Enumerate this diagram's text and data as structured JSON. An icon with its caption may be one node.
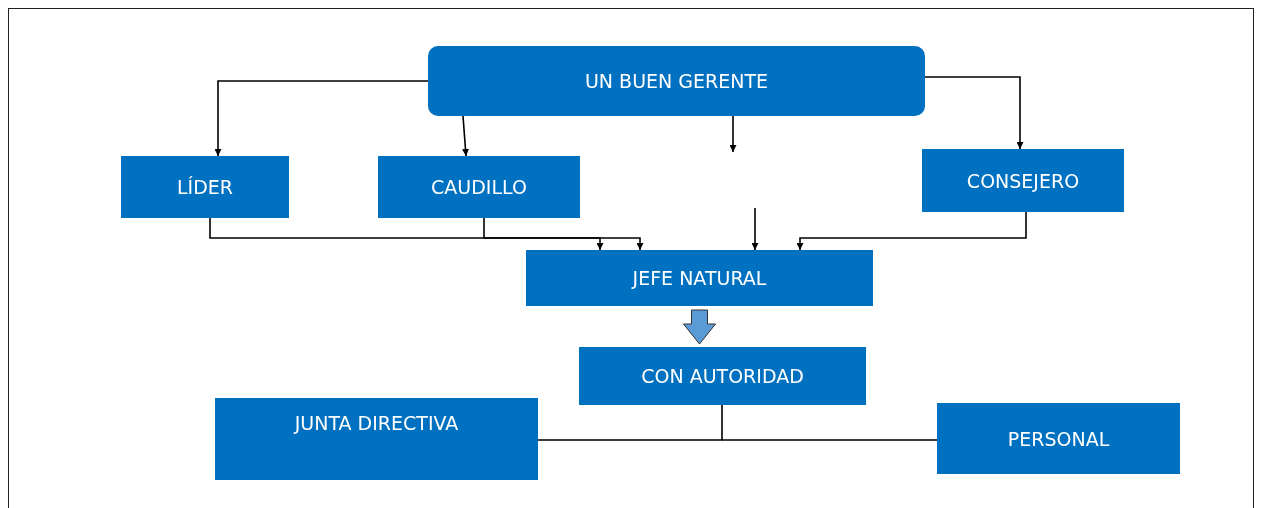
{
  "diagram": {
    "nodes": [
      {
        "text": [
          "UN BUEN GERENTE"
        ]
      },
      {
        "text": [
          "LÍDER"
        ]
      },
      {
        "text": [
          "CAUDILLO"
        ]
      },
      {
        "text": [
          "CONSEJERO"
        ]
      },
      {
        "text": [
          "JEFE NATURAL"
        ]
      },
      {
        "text": [
          "CON AUTORIDAD"
        ]
      },
      {
        "text": [
          "JUNTA DIRECTIVA"
        ]
      },
      {
        "text": [
          "PERSONAL"
        ]
      }
    ],
    "edges": [
      {
        "from": 0,
        "to": 1,
        "arrow": "to"
      },
      {
        "from": 0,
        "to": 2,
        "arrow": "to"
      },
      {
        "from": 0,
        "to": 3,
        "arrow": "to"
      },
      {
        "from": 0,
        "to": null,
        "arrow": "to"
      },
      {
        "from": 1,
        "to": 4,
        "arrow": "to"
      },
      {
        "from": 2,
        "to": 4,
        "arrow": "to"
      },
      {
        "from": null,
        "to": 4,
        "arrow": "to"
      },
      {
        "from": 3,
        "to": 4,
        "arrow": "to"
      },
      {
        "from": 4,
        "to": 5,
        "arrow": "to",
        "style": "thick",
        "color": "#5b9bd5"
      },
      {
        "from": 5,
        "to": 6,
        "arrow": "none"
      },
      {
        "from": 5,
        "to": 7,
        "arrow": "none"
      }
    ]
  }
}
